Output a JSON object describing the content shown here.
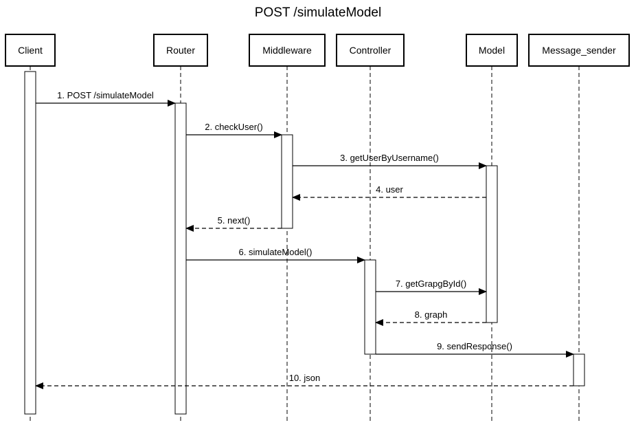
{
  "title": "POST /simulateModel",
  "participants": [
    {
      "id": "client",
      "label": "Client"
    },
    {
      "id": "router",
      "label": "Router"
    },
    {
      "id": "middleware",
      "label": "Middleware"
    },
    {
      "id": "controller",
      "label": "Controller"
    },
    {
      "id": "model",
      "label": "Model"
    },
    {
      "id": "message_sender",
      "label": "Message_sender"
    }
  ],
  "messages": [
    {
      "label": "1. POST /simulateModel",
      "from": "client",
      "to": "router",
      "kind": "call"
    },
    {
      "label": "2. checkUser()",
      "from": "router",
      "to": "middleware",
      "kind": "call"
    },
    {
      "label": "3. getUserByUsername()",
      "from": "middleware",
      "to": "model",
      "kind": "call"
    },
    {
      "label": "4. user",
      "from": "model",
      "to": "middleware",
      "kind": "return"
    },
    {
      "label": "5. next()",
      "from": "middleware",
      "to": "router",
      "kind": "return"
    },
    {
      "label": "6. simulateModel()",
      "from": "router",
      "to": "controller",
      "kind": "call"
    },
    {
      "label": "7. getGrapgById()",
      "from": "controller",
      "to": "model",
      "kind": "call"
    },
    {
      "label": "8. graph",
      "from": "model",
      "to": "controller",
      "kind": "return"
    },
    {
      "label": "9. sendResponse()",
      "from": "controller",
      "to": "message_sender",
      "kind": "call"
    },
    {
      "label": "10. json",
      "from": "message_sender",
      "to": "client",
      "kind": "return"
    }
  ]
}
